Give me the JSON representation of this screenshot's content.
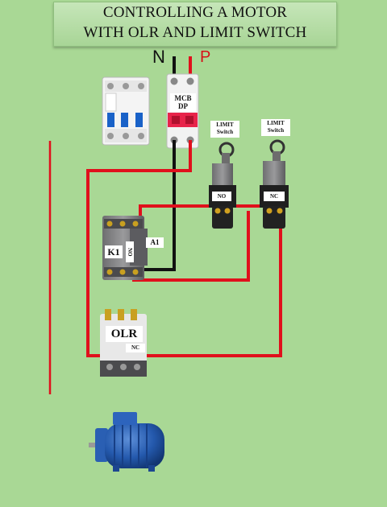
{
  "title": {
    "line1": "CONTROLLING A MOTOR",
    "line2": "WITH OLR AND LIMIT SWITCH"
  },
  "supply": {
    "neutral": "N",
    "phase": "P"
  },
  "mcb_dp": {
    "line1": "MCB",
    "line2": "DP"
  },
  "limit_switch_1": {
    "line1": "LIMIT",
    "line2": "Switch",
    "contact": "NO"
  },
  "limit_switch_2": {
    "line1": "LIMIT",
    "line2": "Switch",
    "contact": "NC"
  },
  "contactor": {
    "name": "K1",
    "aux_contact": "NO",
    "coil_terminal": "A1"
  },
  "olr": {
    "name": "OLR",
    "contact": "NC"
  },
  "colors": {
    "background": "#a9d895",
    "phase_wire": "#e0101c",
    "neutral_wire": "#111111"
  }
}
